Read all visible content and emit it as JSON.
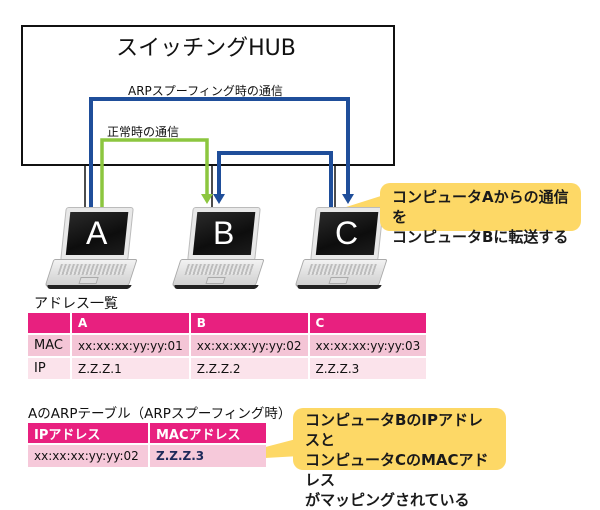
{
  "hub": {
    "title": "スイッチングHUB"
  },
  "flows": {
    "arp_spoofing_label": "ARPスプーフィング時の通信",
    "normal_label": "正常時の通信",
    "colors": {
      "arp_spoofing": "#1F4E9A",
      "normal": "#8CC63F"
    }
  },
  "computers": [
    {
      "id": "A",
      "letter": "A"
    },
    {
      "id": "B",
      "letter": "B"
    },
    {
      "id": "C",
      "letter": "C"
    }
  ],
  "callouts": {
    "forward": {
      "line1": "コンピュータAからの通信を",
      "line2": "コンピュータBに転送する"
    },
    "mapping": {
      "line1": "コンピュータBのIPアドレスと",
      "line2": "コンピュータCのMACアドレス",
      "line3": "がマッピングされている"
    },
    "color": "#FDD866"
  },
  "address_table": {
    "title": "アドレス一覧",
    "headers": [
      "",
      "A",
      "B",
      "C"
    ],
    "rows": [
      {
        "label": "MAC",
        "values": [
          "xx:xx:xx:yy:yy:01",
          "xx:xx:xx:yy:yy:02",
          "xx:xx:xx:yy:yy:03"
        ]
      },
      {
        "label": "IP",
        "values": [
          "Z.Z.Z.1",
          "Z.Z.Z.2",
          "Z.Z.Z.3"
        ]
      }
    ],
    "header_color": "#E8207F"
  },
  "arp_table": {
    "title": "AのARPテーブル（ARPスプーフィング時）",
    "headers": [
      "IPアドレス",
      "MACアドレス"
    ],
    "rows": [
      {
        "values": [
          "xx:xx:xx:yy:yy:02",
          "Z.Z.Z.3"
        ]
      }
    ]
  }
}
